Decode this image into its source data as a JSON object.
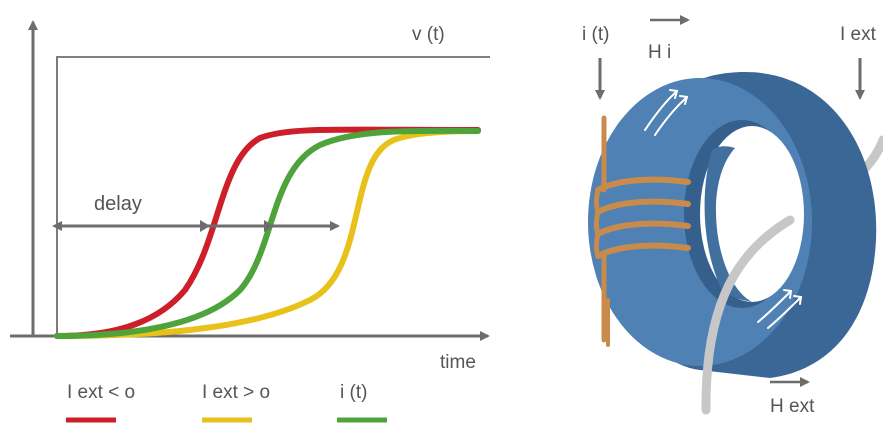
{
  "graph": {
    "v_label": "v (t)",
    "time_label": "time",
    "delay_label": "delay"
  },
  "legend": [
    {
      "label": "I ext < o",
      "color": "#cc1f2a"
    },
    {
      "label": "I ext > o",
      "color": "#e8c21a"
    },
    {
      "label": "i (t)",
      "color": "#4ea33a"
    }
  ],
  "toroid": {
    "i_label": "i (t)",
    "Hi_label": "H i",
    "Iext_label": "I ext",
    "Hext_label": "H ext"
  },
  "colors": {
    "axis": "#6d6d6d",
    "red": "#cc1f2a",
    "yellow": "#e8c21a",
    "green": "#4ea33a",
    "core": "#4f81b4",
    "core_dark": "#3a6796",
    "wire": "#c7c7c7",
    "copper": "#c98b4b"
  }
}
